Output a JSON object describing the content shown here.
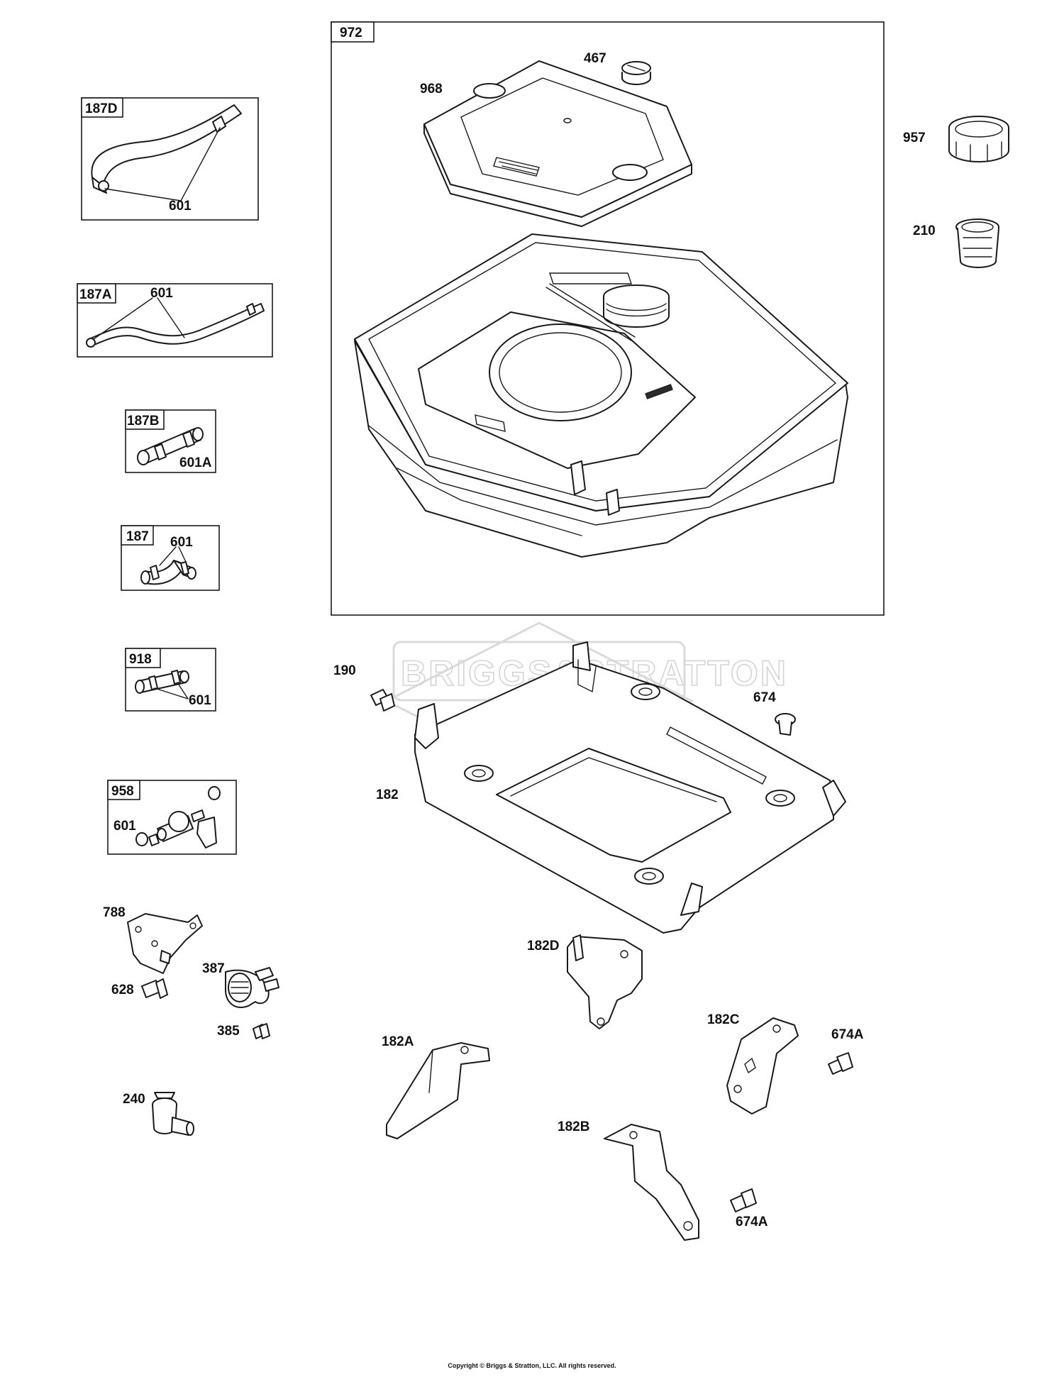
{
  "watermark": {
    "text": "BRIGGS&STRATTON"
  },
  "copyright": "Copyright © Briggs & Stratton, LLC. All rights reserved.",
  "boxed_groups": [
    {
      "id": "972",
      "parts": [
        "968",
        "467"
      ]
    },
    {
      "id": "187D",
      "parts": [
        "601"
      ]
    },
    {
      "id": "187A",
      "parts": [
        "601"
      ]
    },
    {
      "id": "187B",
      "parts": [
        "601A"
      ]
    },
    {
      "id": "187",
      "parts": [
        "601"
      ]
    },
    {
      "id": "918",
      "parts": [
        "601"
      ]
    },
    {
      "id": "958",
      "parts": [
        "601"
      ]
    }
  ],
  "labels": {
    "p972": "972",
    "p467": "467",
    "p968": "968",
    "p957": "957",
    "p210": "210",
    "p187D": "187D",
    "p187D_601": "601",
    "p187A": "187A",
    "p187A_601": "601",
    "p187B": "187B",
    "p187B_601A": "601A",
    "p187": "187",
    "p187_601": "601",
    "p918": "918",
    "p918_601": "601",
    "p958": "958",
    "p958_601": "601",
    "p190": "190",
    "p674": "674",
    "p182": "182",
    "p788": "788",
    "p628": "628",
    "p387": "387",
    "p385": "385",
    "p240": "240",
    "p182D": "182D",
    "p182C": "182C",
    "p674A_1": "674A",
    "p182A": "182A",
    "p182B": "182B",
    "p674A_2": "674A"
  }
}
